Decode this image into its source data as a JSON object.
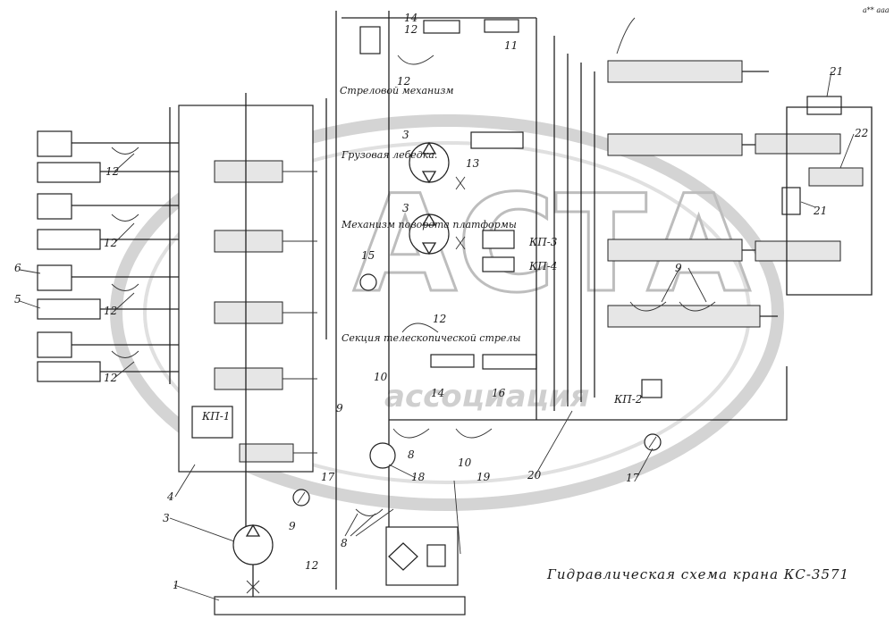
{
  "title": "Гидравлическая схема крана КС-3571",
  "corner_mark": "а** ааа",
  "watermark": {
    "logo_text": "АСТА",
    "assoc_text": "ассоциация",
    "colors": {
      "ring": "#d0d0d0",
      "text": "#c4c4c4"
    }
  },
  "sections": {
    "boom": "Стреловой механизм",
    "winch": "Грузовая лебедка.",
    "swing": "Механизм поворота платформы",
    "tele": "Секция телескопической стрелы"
  },
  "callouts": [
    {
      "id": "c12a",
      "text": "12"
    },
    {
      "id": "c14a",
      "text": "14"
    },
    {
      "id": "c11",
      "text": "11"
    },
    {
      "id": "c12b",
      "text": "12"
    },
    {
      "id": "c12c",
      "text": "12"
    },
    {
      "id": "c12d",
      "text": "12"
    },
    {
      "id": "c12e",
      "text": "12"
    },
    {
      "id": "c12f",
      "text": "12"
    },
    {
      "id": "c6",
      "text": "6"
    },
    {
      "id": "c5",
      "text": "5"
    },
    {
      "id": "c3a",
      "text": "3"
    },
    {
      "id": "c13",
      "text": "13"
    },
    {
      "id": "c3b",
      "text": "3"
    },
    {
      "id": "c15",
      "text": "15"
    },
    {
      "id": "ckp3",
      "text": "КП-3"
    },
    {
      "id": "ckp4",
      "text": "КП-4"
    },
    {
      "id": "c21a",
      "text": "21"
    },
    {
      "id": "c22",
      "text": "22"
    },
    {
      "id": "c21b",
      "text": "21"
    },
    {
      "id": "c9a",
      "text": "9"
    },
    {
      "id": "c12g",
      "text": "12"
    },
    {
      "id": "c10a",
      "text": "10"
    },
    {
      "id": "c14b",
      "text": "14"
    },
    {
      "id": "c16",
      "text": "16"
    },
    {
      "id": "ckp2",
      "text": "КП-2"
    },
    {
      "id": "ckp1",
      "text": "КП-1"
    },
    {
      "id": "c9b",
      "text": "9"
    },
    {
      "id": "c8a",
      "text": "8"
    },
    {
      "id": "c10b",
      "text": "10"
    },
    {
      "id": "c18",
      "text": "18"
    },
    {
      "id": "c20",
      "text": "20"
    },
    {
      "id": "c4",
      "text": "4"
    },
    {
      "id": "c17a",
      "text": "17"
    },
    {
      "id": "c17b",
      "text": "17"
    },
    {
      "id": "c3c",
      "text": "3"
    },
    {
      "id": "c9c",
      "text": "9"
    },
    {
      "id": "c19",
      "text": "19"
    },
    {
      "id": "c8b",
      "text": "8"
    },
    {
      "id": "c12h",
      "text": "12"
    },
    {
      "id": "c1",
      "text": "1"
    }
  ]
}
